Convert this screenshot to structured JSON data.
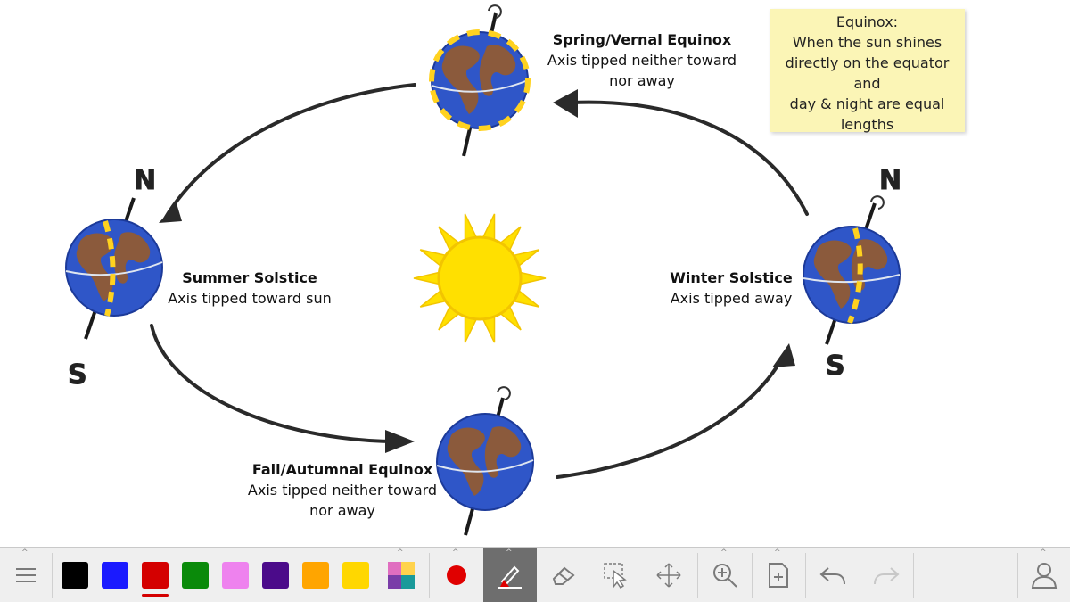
{
  "labels": {
    "spring": {
      "title": "Spring/Vernal Equinox",
      "line1": "Axis tipped neither toward",
      "line2": "nor away"
    },
    "summer": {
      "title": "Summer Solstice",
      "line1": "Axis tipped toward sun"
    },
    "winter": {
      "title": "Winter Solstice",
      "line1": "Axis tipped away"
    },
    "fall": {
      "title": "Fall/Autumnal Equinox",
      "line1": "Axis tipped neither toward",
      "line2": "nor away"
    }
  },
  "sticky_note": {
    "lines": [
      "Equinox:",
      "When the sun shines",
      "directly on the equator and",
      "day & night are equal",
      "lengths"
    ]
  },
  "pole_letters": {
    "north": "N",
    "south": "S"
  },
  "colors": {
    "ocean": "#2f56c8",
    "land": "#8b5a3c",
    "sun": "#ffe000",
    "terminator": "#ffd21f",
    "arrow": "#2a2a2a"
  },
  "toolbar": {
    "swatches": [
      {
        "name": "black",
        "color": "#000000"
      },
      {
        "name": "blue",
        "color": "#1a1aff"
      },
      {
        "name": "red",
        "color": "#d40000",
        "selected": true
      },
      {
        "name": "green",
        "color": "#0a8a0a"
      },
      {
        "name": "pink",
        "color": "#ee82ee"
      },
      {
        "name": "purple",
        "color": "#4b0b8a"
      },
      {
        "name": "orange",
        "color": "#ffa500"
      },
      {
        "name": "yellow",
        "color": "#ffd700"
      }
    ],
    "brush_color": "#e00000",
    "tools": [
      "menu-icon",
      "palette-icon",
      "brush-size-dot",
      "pen-icon",
      "eraser-icon",
      "select-icon",
      "move-icon",
      "zoom-icon",
      "add-page-icon",
      "undo-icon",
      "redo-icon",
      "user-icon"
    ]
  }
}
